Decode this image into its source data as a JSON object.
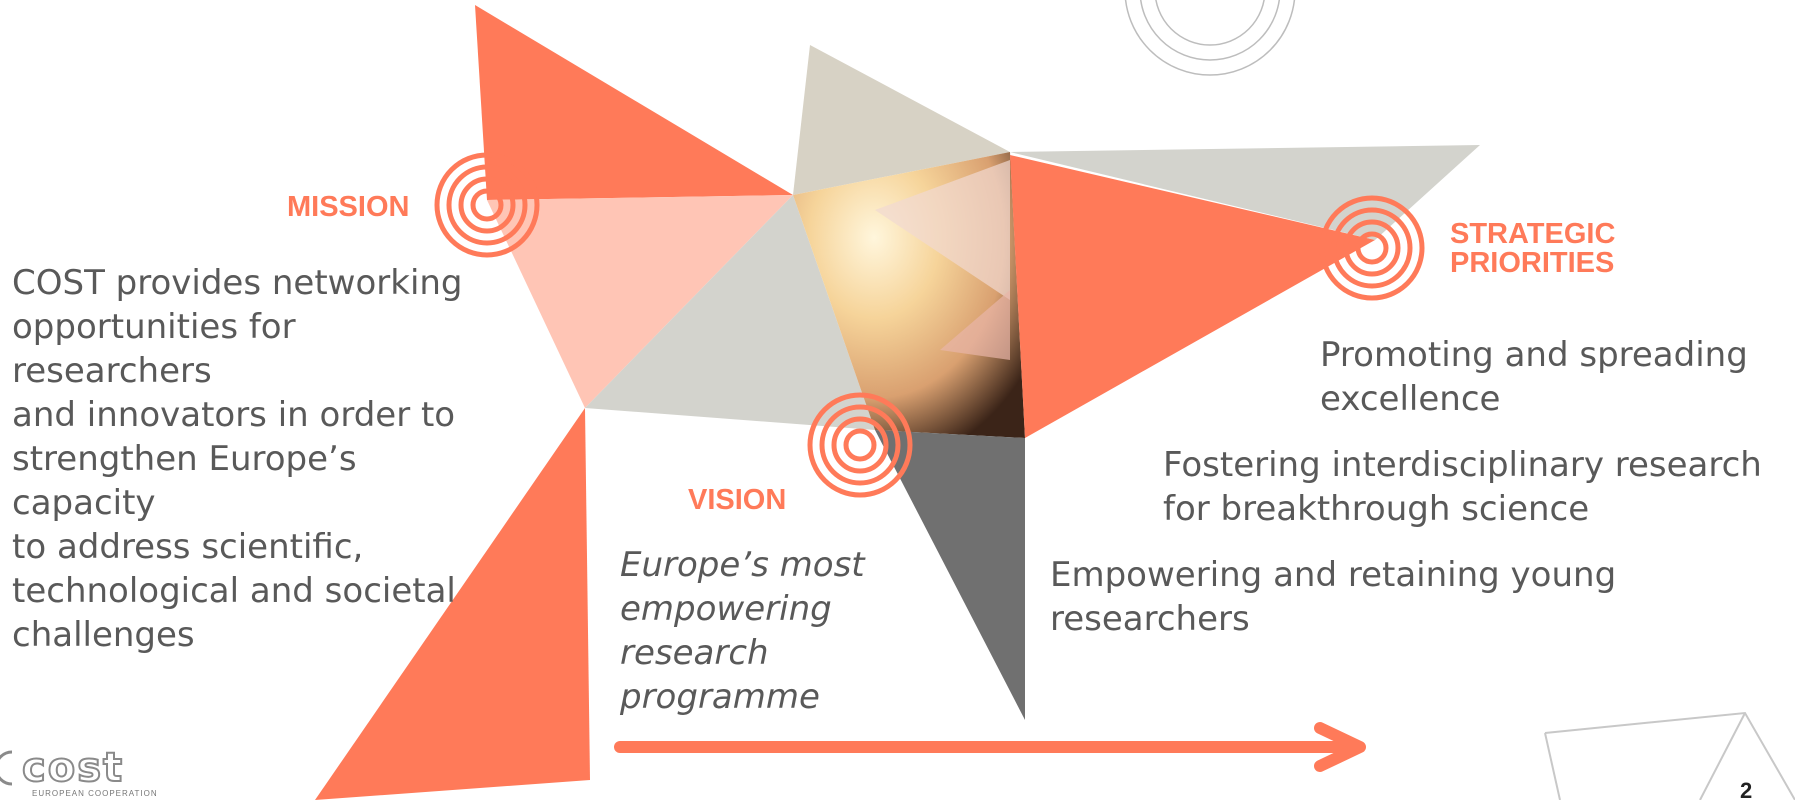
{
  "mission": {
    "heading": "MISSION",
    "lines": [
      "COST provides networking",
      "opportunities for researchers",
      "and innovators in order to",
      "strengthen Europe’s capacity",
      "to address scientific,",
      "technological and societal",
      "challenges"
    ]
  },
  "vision": {
    "heading": "VISION",
    "lines": [
      "Europe’s most",
      "empowering",
      "research",
      "programme"
    ]
  },
  "strategic_priorities": {
    "heading_lines": [
      "STRATEGIC",
      "PRIORITIES"
    ],
    "items": [
      {
        "lines": [
          "Promoting and spreading",
          "excellence"
        ]
      },
      {
        "lines": [
          "Fostering interdisciplinary research",
          "for breakthrough science"
        ]
      },
      {
        "lines": [
          "Empowering and retaining young researchers"
        ]
      }
    ]
  },
  "logo": {
    "word": "cost",
    "tagline": "EUROPEAN COOPERATION"
  },
  "page_number": "2",
  "colors": {
    "accent": "#ff7a59",
    "accent_light": "#ffc5b5",
    "grey_light": "#d3d3cd",
    "grey_dark": "#707070",
    "beige": "#d7d2c5",
    "text": "#595959"
  },
  "icons": [
    "target-icon",
    "arrow-right-icon"
  ]
}
